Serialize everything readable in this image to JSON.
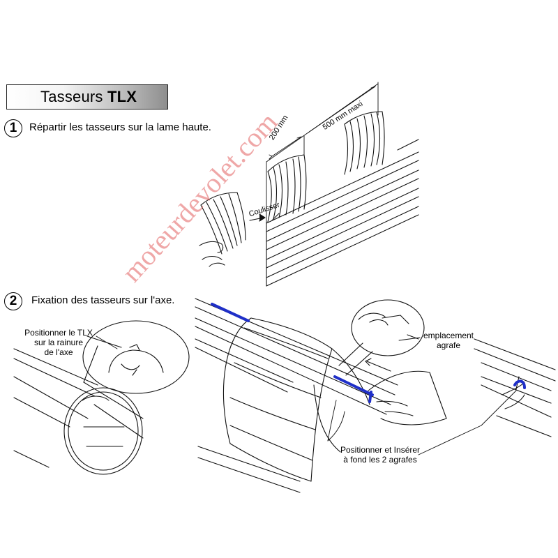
{
  "title": {
    "prefix": "Tasseurs ",
    "bold": "TLX"
  },
  "step1": {
    "number": "1",
    "text": "Répartir les tasseurs sur la lame haute."
  },
  "step2": {
    "number": "2",
    "text": "Fixation des tasseurs sur l'axe."
  },
  "dimensions": {
    "d200": "200 mm",
    "d500": "500 mm maxi"
  },
  "labels": {
    "coulisser": "Coulisser",
    "positionner_tlx": [
      "Positionner le TLX",
      "sur la rainure",
      "de l'axe"
    ],
    "emplacement": [
      "emplacement",
      "agrafe"
    ],
    "inserer": [
      "Positionner et Insérer",
      "à fond les 2 agrafes"
    ]
  },
  "watermark": "moteurdevolet.com",
  "colors": {
    "accent_clip": "#1f2fc8",
    "watermark": "#dc3c3c"
  }
}
